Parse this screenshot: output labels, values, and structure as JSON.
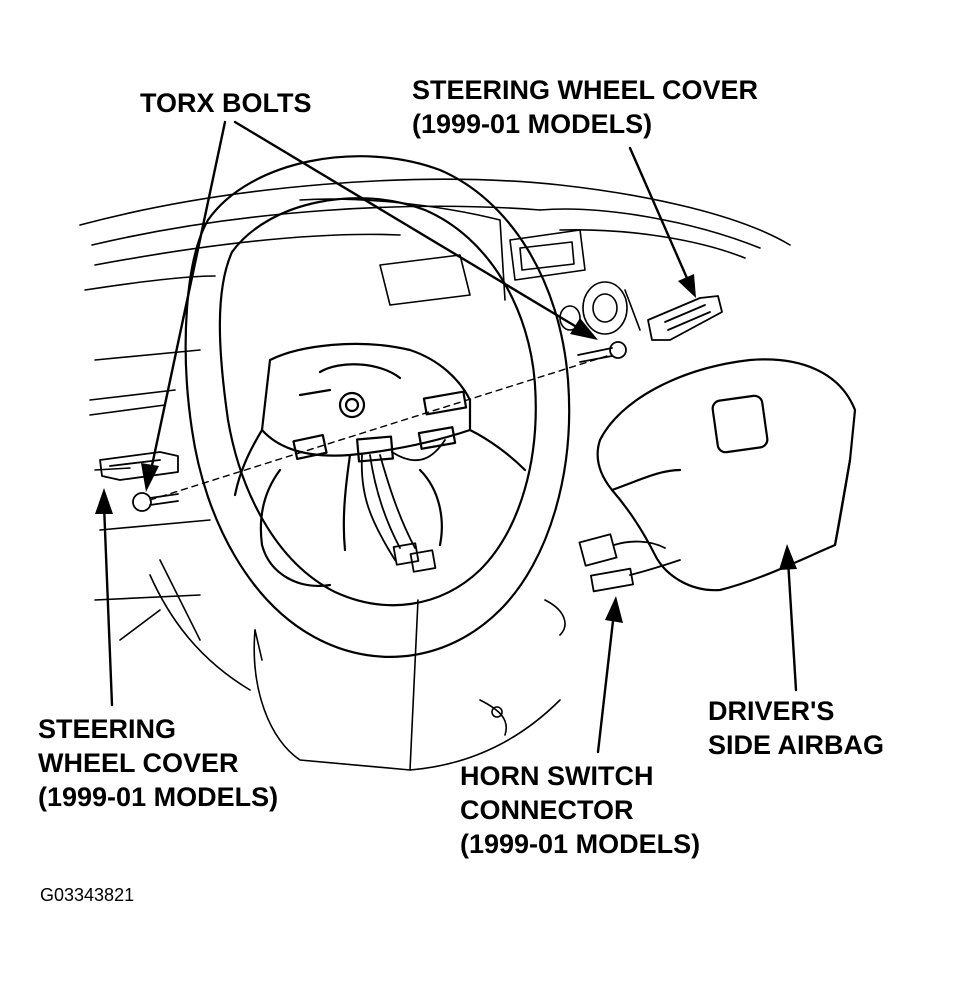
{
  "labels": {
    "torx_bolts": "TORX BOLTS",
    "cover_top": [
      "STEERING WHEEL COVER",
      "(1999-01 MODELS)"
    ],
    "cover_left": [
      "STEERING",
      "WHEEL COVER",
      "(1999-01 MODELS)"
    ],
    "horn_switch": [
      "HORN SWITCH",
      "CONNECTOR",
      "(1999-01 MODELS)"
    ],
    "airbag": [
      "DRIVER'S",
      "SIDE AIRBAG"
    ]
  },
  "figure_id": "G03343821",
  "colors": {
    "ink": "#000000",
    "paper": "#ffffff"
  }
}
